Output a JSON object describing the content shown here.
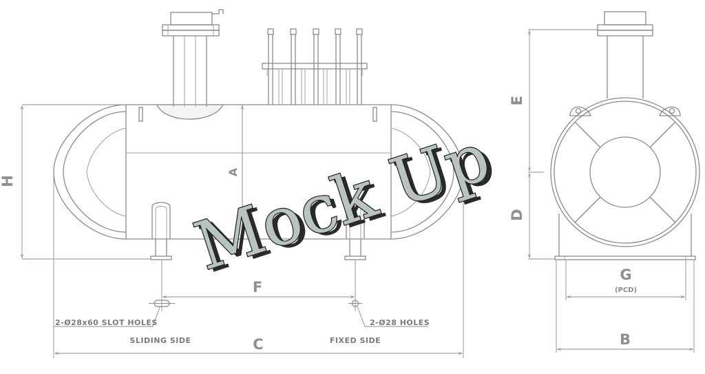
{
  "labels": {
    "H": "H",
    "A": "A",
    "F": "F",
    "C": "C",
    "E": "E",
    "D": "D",
    "G": "G",
    "G_note": "(PCD)",
    "B": "B"
  },
  "notes": {
    "slot_holes": "2-Ø28x60 SLOT HOLES",
    "holes": "2-Ø28 HOLES",
    "sliding_side": "SLIDING SIDE",
    "fixed_side": "FIXED SIDE"
  },
  "watermark": "Mock Up"
}
